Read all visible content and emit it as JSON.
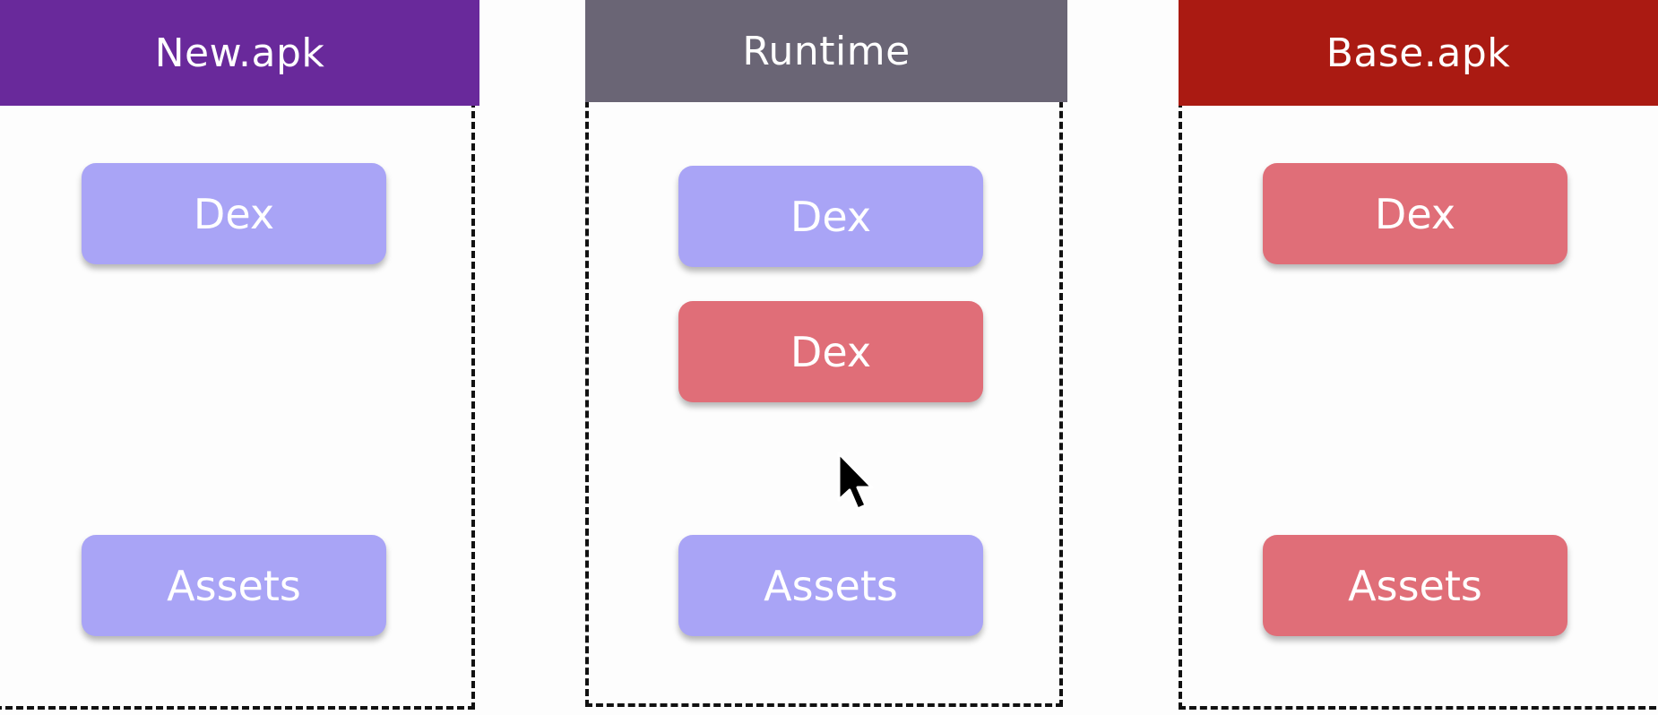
{
  "columns": {
    "new": {
      "title": "New.apk",
      "color": "#69299b"
    },
    "runtime": {
      "title": "Runtime",
      "color": "#6a6575"
    },
    "base": {
      "title": "Base.apk",
      "color": "#aa1a12"
    }
  },
  "blocks": {
    "new_dex": {
      "label": "Dex",
      "color": "#a9a4f6"
    },
    "new_assets": {
      "label": "Assets",
      "color": "#a9a4f6"
    },
    "runtime_dex_new": {
      "label": "Dex",
      "color": "#a9a4f6"
    },
    "runtime_dex_base": {
      "label": "Dex",
      "color": "#e06e78"
    },
    "runtime_assets": {
      "label": "Assets",
      "color": "#a9a4f6"
    },
    "base_dex": {
      "label": "Dex",
      "color": "#e06e78"
    },
    "base_assets": {
      "label": "Assets",
      "color": "#e06e78"
    }
  },
  "icons": {
    "cursor": "mouse-pointer-icon"
  }
}
